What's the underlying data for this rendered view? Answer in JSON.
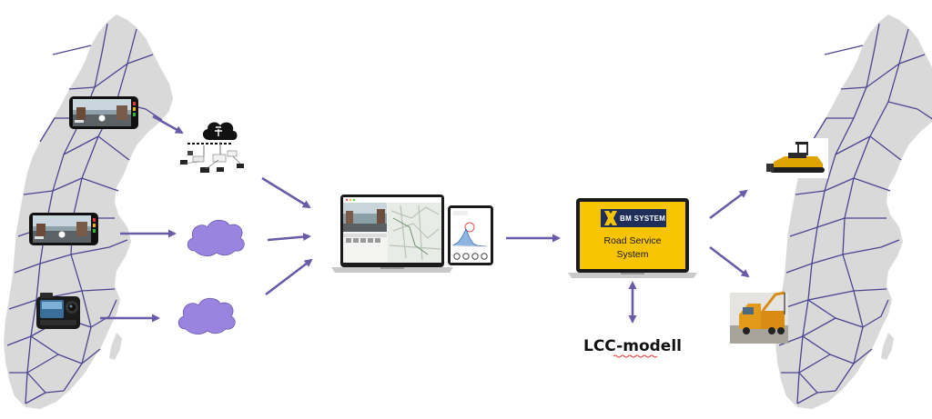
{
  "colors": {
    "arrow": "#6a5aa8",
    "map_land": "#d9d9d9",
    "road": "#4a4590",
    "cloud": "#9b84e0",
    "bm_screen": "#f6c400",
    "bm_logo_bg": "#1f2f5a"
  },
  "system": {
    "logo_text": "BM SYSTEM",
    "name_line1": "Road Service",
    "name_line2": "System"
  },
  "lcc": {
    "label": "LCC-modell"
  },
  "icons": {
    "map_left": "sweden-road-map",
    "map_right": "sweden-road-map",
    "phone_1": "dashcam-phone",
    "phone_2": "dashcam-phone",
    "action_cam": "action-camera",
    "edge_device": "cloud-edge-network",
    "cloud_1": "cloud",
    "cloud_2": "cloud",
    "analytics": "laptop-tablet-dashboard",
    "paver": "asphalt-paver",
    "truck": "crane-truck"
  }
}
